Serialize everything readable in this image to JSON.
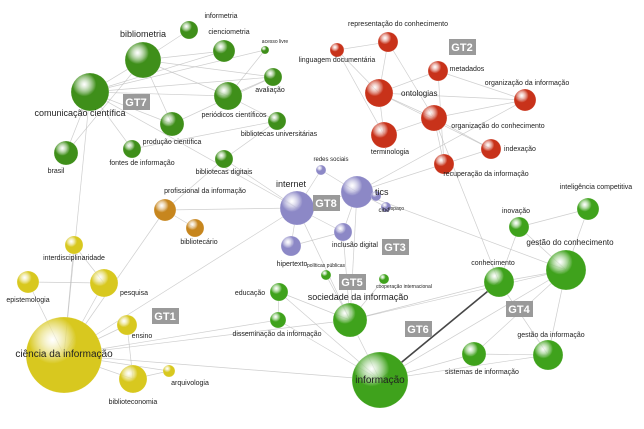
{
  "colors": {
    "gt1": "#d8c81f",
    "gt2": "#c8321a",
    "gt4": "#3fa21c",
    "gt7": "#3f8f1a",
    "gt8": "#8c88c6",
    "orange": "#c7861e",
    "edge": "#bdbdbd",
    "strong_edge": "#333333"
  },
  "groups": [
    "GT1",
    "GT2",
    "GT3",
    "GT4",
    "GT5",
    "GT6",
    "GT7",
    "GT8"
  ],
  "nodes": {
    "ci": "ciência da informação",
    "info": "informação",
    "soc": "sociedade da informação",
    "conh": "conhecimento",
    "gc": "gestão do conhecimento",
    "comc": "comunicação científica",
    "bib": "bibliometria",
    "internet": "internet",
    "tics": "tics",
    "ontol": "ontologias",
    "termi": "terminologia",
    "orgc": "organização do conhecimento",
    "orgi": "organização da informação",
    "meta": "metadados",
    "repc": "representação do conhecimento",
    "lingd": "linguagem documentária",
    "index": "indexação",
    "recup": "recuperação da informação",
    "infomet": "informetria",
    "cienc": "cienciometria",
    "aval": "avaliação",
    "acesso": "acesso livre",
    "perc": "periódicos científicos",
    "produc": "produção científica",
    "bibu": "bibliotecas universitárias",
    "bibd": "bibliotecas digitais",
    "fontes": "fontes de informação",
    "brasil": "brasil",
    "profi": "profissional da informação",
    "bibliot": "bibliotecário",
    "redes": "redes sociais",
    "cib": "cibe",
    "espaco": "espaço",
    "incl": "inclusão digital",
    "hiper": "hipertexto",
    "inter": "interdisciplinaridade",
    "epist": "epistemologia",
    "pesq": "pesquisa",
    "ensino": "ensino",
    "arqui": "arquivologia",
    "biblio": "biblioteconomia",
    "educ": "educação",
    "pp": "políticas públicas",
    "coi": "cooperação internacional",
    "dissem": "disseminação da informação",
    "ic": "inteligência competitiva",
    "inov": "inovação",
    "gi": "gestão da informação",
    "si": "sistemas de informação"
  }
}
